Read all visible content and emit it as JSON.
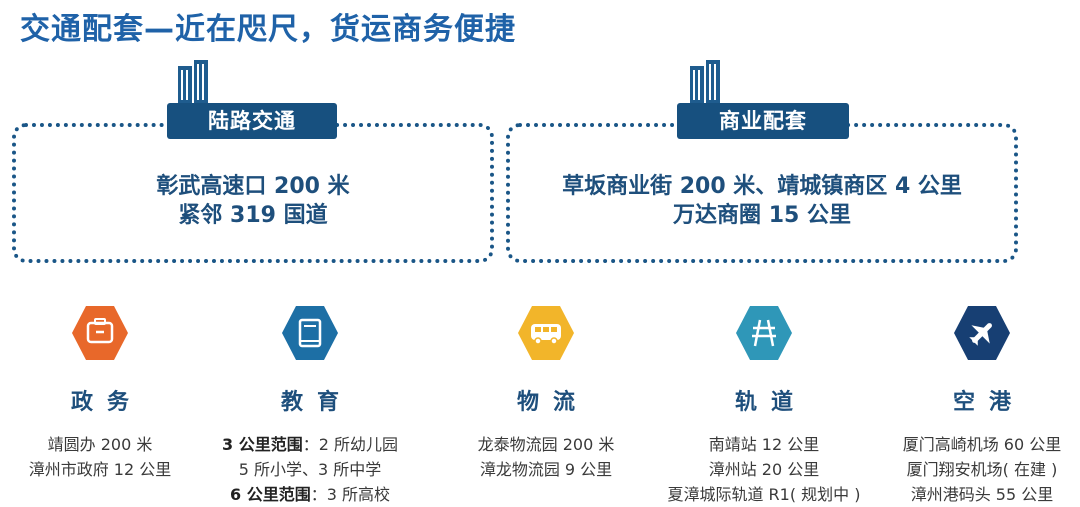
{
  "title": "交通配套—近在咫尺，货运商务便捷",
  "panels": {
    "land": {
      "tag": "陆路交通",
      "lines": [
        "彰武高速口 200 米",
        "紧邻 319 国道"
      ]
    },
    "commerce": {
      "tag": "商业配套",
      "lines": [
        "草坂商业街 200 米、靖城镇商区 4 公里",
        "万达商圈 15 公里"
      ]
    }
  },
  "categories": [
    {
      "label": "政务",
      "icon": "briefcase-icon",
      "color": "#e8682a",
      "lines": [
        "靖圆办 200 米",
        "漳州市政府 12 公里"
      ]
    },
    {
      "label": "教育",
      "icon": "book-icon",
      "color": "#1d6fa5",
      "lines": [
        {
          "bold": "3 公里范围",
          "text": "：2 所幼儿园"
        },
        "5 所小学、3 所中学",
        {
          "bold": "6 公里范围",
          "text": "：3 所高校"
        }
      ]
    },
    {
      "label": "物流",
      "icon": "bus-icon",
      "color": "#f2b52a",
      "lines": [
        "龙泰物流园 200 米",
        "漳龙物流园 9 公里"
      ]
    },
    {
      "label": "轨道",
      "icon": "rail-icon",
      "color": "#2f97b8",
      "lines": [
        "南靖站 12 公里",
        "漳州站 20 公里",
        "夏漳城际轨道 R1( 规划中 )"
      ]
    },
    {
      "label": "空港",
      "icon": "airplane-icon",
      "color": "#173f73",
      "lines": [
        "厦门高崎机场 60 公里",
        "厦门翔安机场( 在建 )",
        "漳州港码头 55 公里"
      ]
    }
  ]
}
